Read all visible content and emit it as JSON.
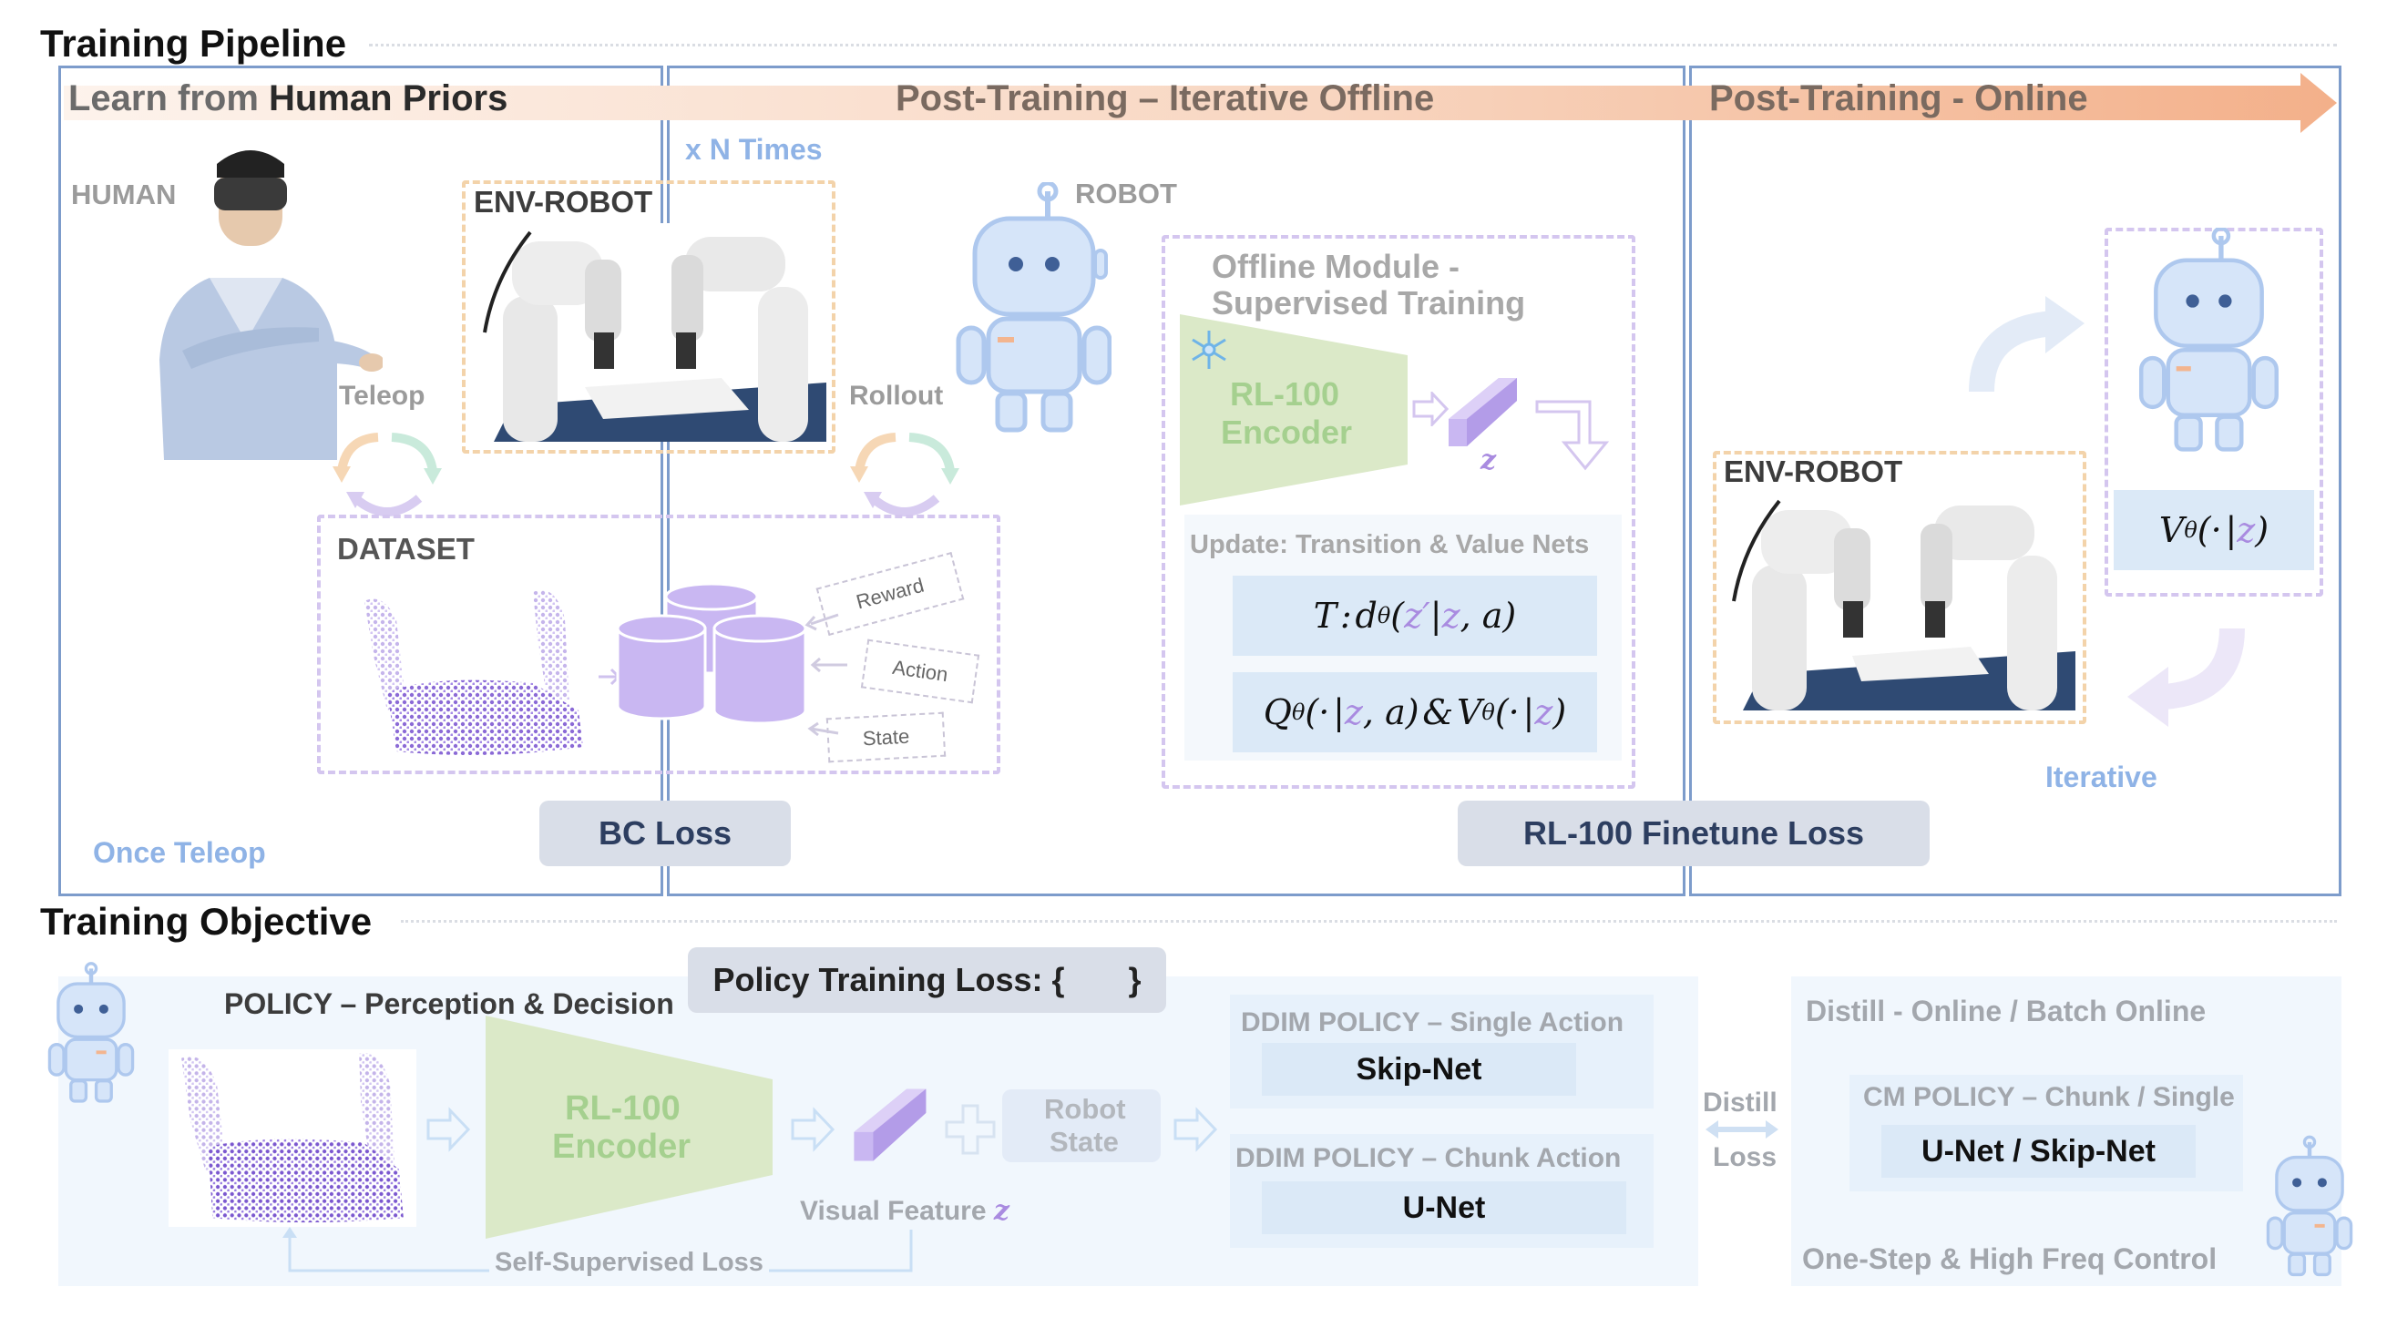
{
  "sections": {
    "pipeline_title": "Training Pipeline",
    "objective_title": "Training Objective"
  },
  "stages": {
    "human_priors_prefix": "Learn  from ",
    "human_priors_bold": "Human Priors",
    "iterative_offline": "Post-Training – Iterative Offline",
    "online": "Post-Training - Online"
  },
  "pipeline": {
    "x_n_times": "x N Times",
    "human": "HUMAN",
    "env_robot": "ENV-ROBOT",
    "robot": "ROBOT",
    "teleop": "Teleop",
    "rollout": "Rollout",
    "dataset": "DATASET",
    "reward": "Reward",
    "action": "Action",
    "state": "State",
    "once_teleop": "Once Teleop",
    "bc_loss": "BC Loss",
    "finetune_loss": "RL-100 Finetune Loss",
    "iterative": "Iterative",
    "env_robot_online": "ENV-ROBOT"
  },
  "offline_module": {
    "title_line1": "Offline Module -",
    "title_line2": "Supervised Training",
    "encoder_line1": "RL-100",
    "encoder_line2": "Encoder",
    "z": "z",
    "update_title": "Update: Transition & Value Nets"
  },
  "objective": {
    "policy_title": "POLICY – Perception & Decision",
    "policy_loss": "Policy Training Loss: {       }",
    "encoder_line1": "RL-100",
    "encoder_line2": "Encoder",
    "robot_state_line1": "Robot",
    "robot_state_line2": "State",
    "visual_feature": "Visual Feature ",
    "visual_feature_z": "z",
    "self_supervised": "Self-Supervised Loss",
    "ddim_single": "DDIM POLICY – Single Action",
    "skip_net": "Skip-Net",
    "ddim_chunk": "DDIM POLICY – Chunk Action",
    "unet": "U-Net",
    "distill": "Distill",
    "loss": "Loss",
    "distill_online": "Distill - Online / Batch Online",
    "cm_policy": "CM POLICY – Chunk / Single",
    "unet_skipnet": "U-Net / Skip-Net",
    "one_step": "One-Step & High Freq Control"
  },
  "colors": {
    "panel_border": "#7d9ccb",
    "accent_purple": "#a98be0",
    "encoder_green": "#dbe9c8",
    "light_blue": "#dbe9f7",
    "dashed_orange": "#f3d3aa",
    "dashed_purple": "#d4c6ef",
    "stage_arrow": "#f3b58f"
  }
}
